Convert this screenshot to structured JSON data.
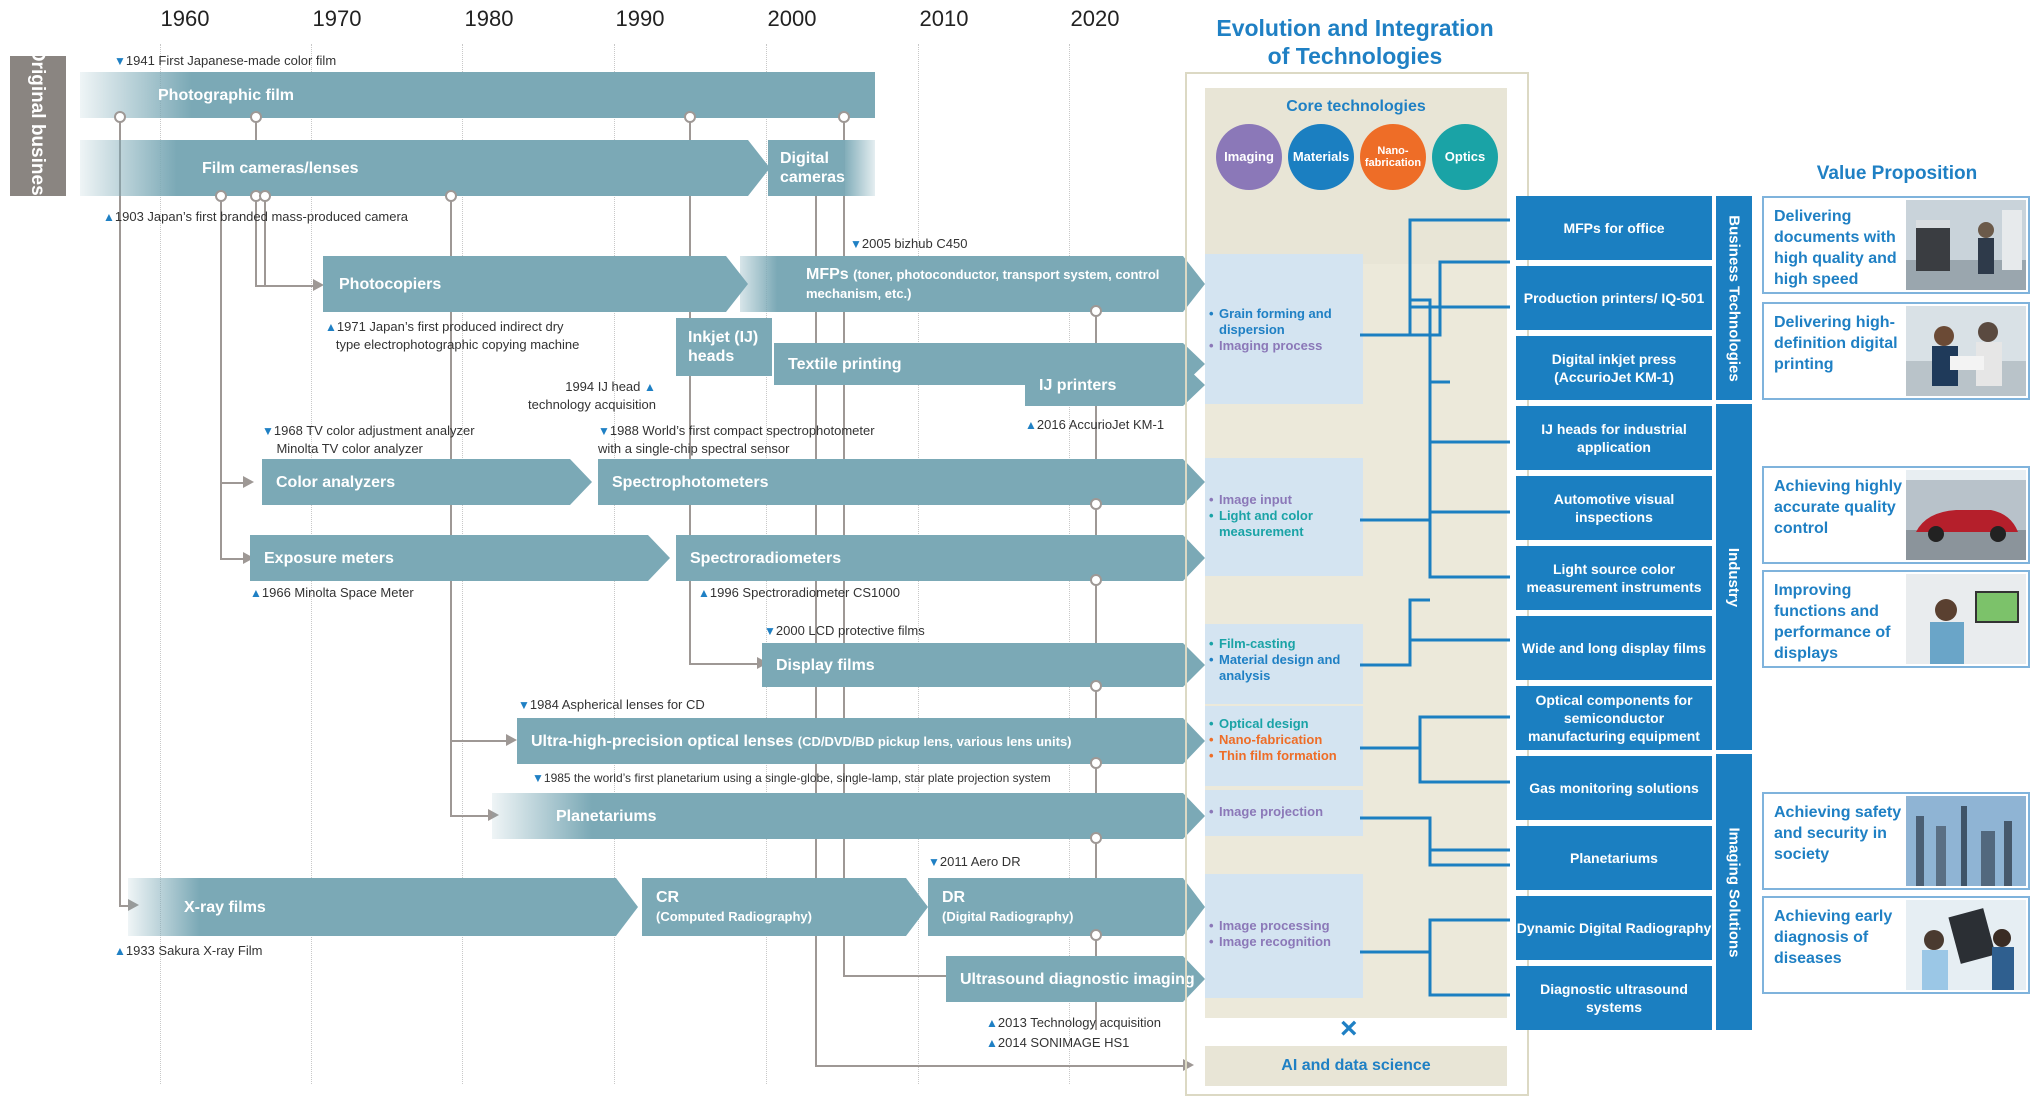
{
  "years": [
    "1960",
    "1970",
    "1980",
    "1990",
    "2000",
    "2010",
    "2020"
  ],
  "original_business": "Original business",
  "bands": {
    "photographic_film": "Photographic film",
    "film_cameras": "Film cameras/lenses",
    "digital_cameras": "Digital cameras",
    "photocopiers": "Photocopiers",
    "mfps": "MFPs",
    "mfps_sub": "(toner, photoconductor, transport system, control mechanism, etc.)",
    "inkjet_heads": "Inkjet (IJ) heads",
    "textile_printing": "Textile printing",
    "ij_printers": "IJ printers",
    "color_analyzers": "Color analyzers",
    "spectrophotometers": "Spectrophotometers",
    "exposure_meters": "Exposure meters",
    "spectroradiometers": "Spectroradiometers",
    "display_films": "Display films",
    "optical_lenses": "Ultra-high-precision optical lenses",
    "optical_lenses_sub": "(CD/DVD/BD pickup lens, various lens units)",
    "planetariums": "Planetariums",
    "xray_films": "X-ray films",
    "cr": "CR",
    "cr_sub": "(Computed Radiography)",
    "dr": "DR",
    "dr_sub": "(Digital Radiography)",
    "ultrasound": "Ultrasound diagnostic imaging"
  },
  "annotations": {
    "a1941": "1941 First Japanese-made color film",
    "a1903": "1903 Japan’s first branded mass-produced camera",
    "a2005": "2005 bizhub C450",
    "a1971_1": "1971 Japan’s first produced indirect dry",
    "a1971_2": "type electrophotographic copying machine",
    "a1994_1": "1994 IJ head",
    "a1994_2": "technology acquisition",
    "a2016": "2016 AccurioJet KM-1",
    "a1968_1": "1968 TV color adjustment analyzer",
    "a1968_2": "Minolta TV color analyzer",
    "a1988_1": "1988 World’s first compact spectrophotometer",
    "a1988_2": "with a single-chip spectral sensor",
    "a1966": "1966 Minolta Space Meter",
    "a1996": "1996 Spectroradiometer CS1000",
    "a2000": "2000 LCD protective films",
    "a1984": "1984 Aspherical lenses for CD",
    "a1985": "1985 the world’s first planetarium using a single-globe, single-lamp, star plate projection system",
    "a2011": "2011 Aero DR",
    "a1933": "1933 Sakura X-ray Film",
    "a2013": "2013 Technology acquisition",
    "a2014": "2014 SONIMAGE HS1"
  },
  "evolution": {
    "title_line1": "Evolution and Integration",
    "title_line2": "of Technologies",
    "core_title": "Core technologies",
    "core": [
      "Imaging",
      "Materials",
      "Nano-fabrication",
      "Optics"
    ],
    "core_colors": [
      "#8b78b8",
      "#1b7fc1",
      "#ee6d27",
      "#1aa3a6"
    ],
    "groups": [
      [
        "Grain forming and dispersion",
        "Imaging process"
      ],
      [
        "Image input",
        "Light and color measurement"
      ],
      [
        "Film-casting",
        "Material design and analysis"
      ],
      [
        "Optical design",
        "Nano-fabrication",
        "Thin film formation"
      ],
      [
        "Image projection"
      ],
      [
        "Image processing",
        "Image recognition"
      ]
    ],
    "ai": "AI and data science",
    "cross": "×"
  },
  "business": [
    "MFPs for office",
    "Production printers/ IQ-501",
    "Digital inkjet press (AccurioJet KM-1)",
    "IJ heads for industrial application",
    "Automotive visual inspections",
    "Light source color measurement instruments",
    "Wide and long display films",
    "Optical components for semiconductor manufacturing equipment",
    "Gas monitoring solutions",
    "Planetariums",
    "Dynamic Digital Radiography",
    "Diagnostic ultrasound systems"
  ],
  "categories": [
    "Business Technologies",
    "Industry",
    "Imaging Solutions"
  ],
  "value_title": "Value Proposition",
  "values": [
    "Delivering documents with high quality and high speed",
    "Delivering high-definition digital printing",
    "Achieving highly accurate quality control",
    "Improving functions and performance of displays",
    "Achieving safety and security in society",
    "Achieving early diagnosis of diseases"
  ]
}
